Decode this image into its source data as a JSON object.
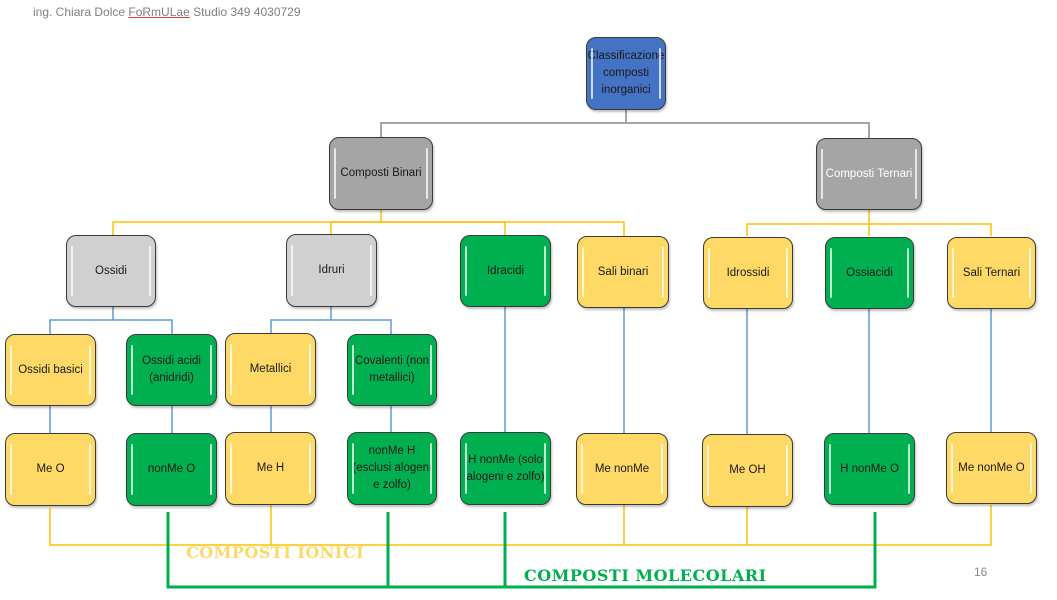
{
  "header": {
    "prefix": "ing. Chiara Dolce ",
    "brand": "FoRmULae",
    "suffix": " Studio 349 4030729"
  },
  "page_number": "16",
  "colors": {
    "root": "#4472c4",
    "category": "#a5a5a5",
    "family": "#d0d0d0",
    "ionic": "#ffd966",
    "molecular": "#00b050",
    "connector_gray": "#a5a5a5",
    "connector_yellow": "#ffc000",
    "connector_blue": "#5b9bd5"
  },
  "root": {
    "label": "Classificazione composti inorganici"
  },
  "level1": [
    {
      "label": "Composti Binari"
    },
    {
      "label": "Composti Ternari"
    }
  ],
  "level2": [
    {
      "label": "Ossidi"
    },
    {
      "label": "Idruri"
    },
    {
      "label": "Idracidi"
    },
    {
      "label": "Sali binari"
    },
    {
      "label": "Idrossidi"
    },
    {
      "label": "Ossiacidi"
    },
    {
      "label": "Sali Ternari"
    }
  ],
  "level3": [
    {
      "label": "Ossidi basici"
    },
    {
      "label": "Ossidi acidi (anidridi)"
    },
    {
      "label": "Metallici"
    },
    {
      "label": "Covalenti (non metallici)"
    }
  ],
  "formulas": [
    {
      "label": "Me O"
    },
    {
      "label": "nonMe O"
    },
    {
      "label": "Me H"
    },
    {
      "label": "nonMe H (esclusi alogeni e zolfo)"
    },
    {
      "label": "H nonMe (solo alogeni e zolfo)"
    },
    {
      "label": "Me nonMe"
    },
    {
      "label": "Me OH"
    },
    {
      "label": "H nonMe O"
    },
    {
      "label": "Me nonMe O"
    }
  ],
  "groups": {
    "ionic": "COMPOSTI IONICI",
    "molecular": "COMPOSTI MOLECOLARI"
  }
}
